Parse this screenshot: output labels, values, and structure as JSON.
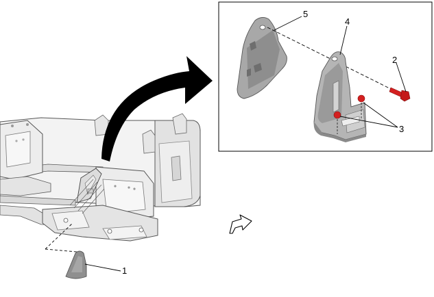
{
  "callouts": {
    "c1": "1",
    "c2": "2",
    "c3": "3",
    "c4": "4",
    "c5": "5"
  },
  "colors": {
    "fastener_red": "#d42020",
    "part_dark": "#8e8e8e",
    "part_mid": "#b4b4b4",
    "part_light": "#e8e8e8",
    "seat_light": "#f2f2f2",
    "seat_shadow": "#cfcfcf",
    "outline": "#333333",
    "arrow_fill": "#000000"
  },
  "icons": {
    "reinstall_arrow": "hollow-right-arrow-icon"
  }
}
